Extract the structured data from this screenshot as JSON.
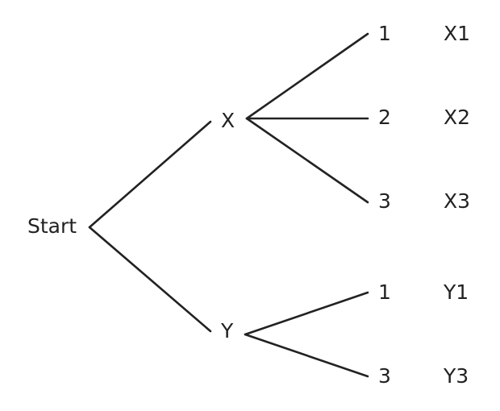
{
  "tree": {
    "root": "Start",
    "level1": [
      "X",
      "Y"
    ],
    "branches": [
      {
        "label": "1",
        "outcome": "X1"
      },
      {
        "label": "2",
        "outcome": "X2"
      },
      {
        "label": "3",
        "outcome": "X3"
      },
      {
        "label": "1",
        "outcome": "Y1"
      },
      {
        "label": "3",
        "outcome": "Y3"
      }
    ]
  },
  "colors": {
    "line": "#222222",
    "text": "#222222",
    "background": "#ffffff"
  }
}
